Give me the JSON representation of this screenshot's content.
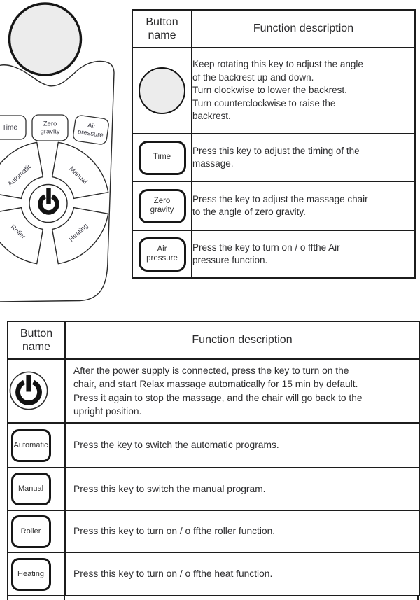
{
  "colors": {
    "line": "#1c1c1c",
    "text": "#2e2e30",
    "knob_fill": "#ececec",
    "paper": "#ffffff"
  },
  "remote": {
    "labels": {
      "time": "Time",
      "zero_gravity": "Zero\ngravity",
      "air_pressure": "Air\npressure",
      "automatic": "Automatic",
      "manual": "Manual",
      "roller": "Roller",
      "heating": "Heating"
    }
  },
  "upper_table": {
    "headers": {
      "button_name": "Button\nname",
      "function_description": "Function description"
    },
    "rows": [
      {
        "icon": "rotary-knob-icon",
        "description": "Keep rotating this key to adjust the angle\nof the backrest up and down.\nTurn clockwise to lower the backrest.\nTurn counterclockwise to raise the\nbackrest."
      },
      {
        "label": "Time",
        "description": "Press this key to adjust the timing of the\nmassage."
      },
      {
        "label": "Zero\ngravity",
        "description": "Press the key to adjust the massage chair\nto the angle of zero gravity."
      },
      {
        "label": "Air\npressure",
        "description": "Press the key to turn on / o ffthe Air\npressure function."
      }
    ]
  },
  "lower_table": {
    "headers": {
      "button_name": "Button\nname",
      "function_description": "Function description"
    },
    "rows": [
      {
        "icon": "power-icon",
        "description": "After the power supply is connected, press the key to turn on the\nchair, and start Relax massage automatically for 15 min by default.\nPress it again to stop the massage, and the chair will go back to the\nupright position."
      },
      {
        "label": "Automatic",
        "description": "Press the key to switch the automatic programs."
      },
      {
        "label": "Manual",
        "description": "Press this key to switch the manual program."
      },
      {
        "label": "Roller",
        "description": "Press this key to turn on / o ffthe roller function."
      },
      {
        "label": "Heating",
        "description": "Press this key to turn on / o ffthe heat function."
      }
    ]
  }
}
